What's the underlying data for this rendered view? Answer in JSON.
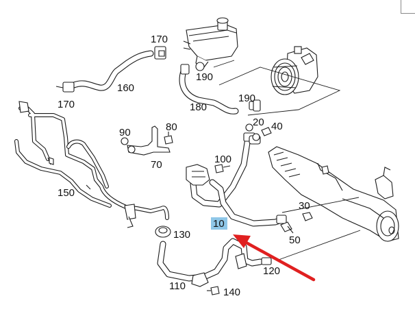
{
  "diagram": {
    "highlighted_part": "10",
    "accent_color": "#e02020",
    "highlight_color": "#8fc7e8",
    "labels": {
      "p10": "10",
      "p20": "20",
      "p30": "30",
      "p40": "40",
      "p50": "50",
      "p70": "70",
      "p80": "80",
      "p90": "90",
      "p100": "100",
      "p110": "110",
      "p120": "120",
      "p130": "130",
      "p140": "140",
      "p150": "150",
      "p160": "160",
      "p170a": "170",
      "p170b": "170",
      "p180": "180",
      "p190a": "190",
      "p190b": "190"
    }
  }
}
